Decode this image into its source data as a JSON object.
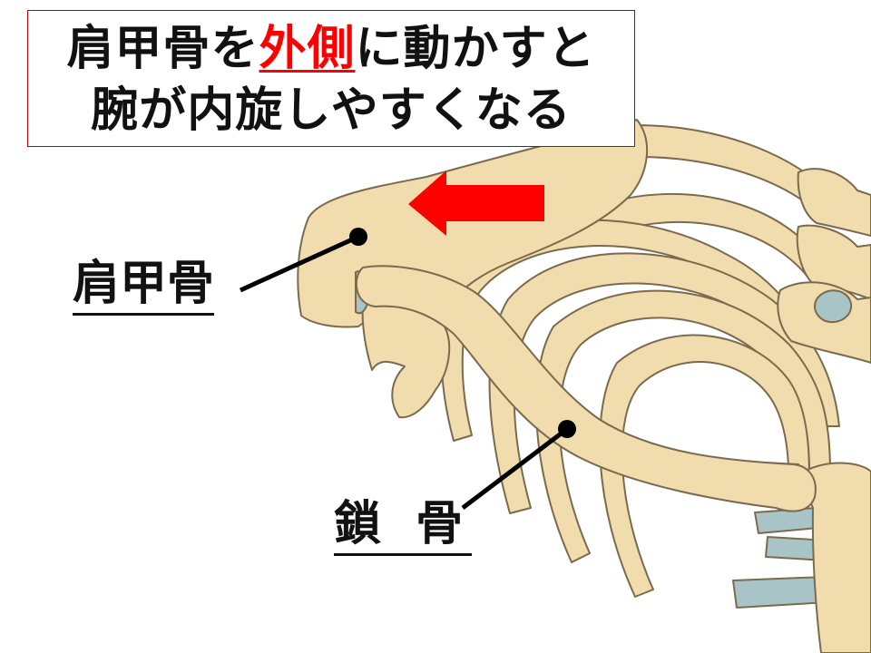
{
  "caption": {
    "line1_pre": "肩甲骨を",
    "line1_emph": "外側",
    "line1_post": "に動かすと",
    "line2": "腕が内旋しやすくなる"
  },
  "labels": {
    "scapula": "肩甲骨",
    "clavicle": "鎖 骨"
  },
  "colors": {
    "bone": "#f1dcae",
    "bone_outline": "#7a6a4e",
    "cartilage": "#a9c4c7",
    "arrow": "#ff0000",
    "caption_border": "#c00000",
    "emphasis_text": "#ff0000"
  }
}
